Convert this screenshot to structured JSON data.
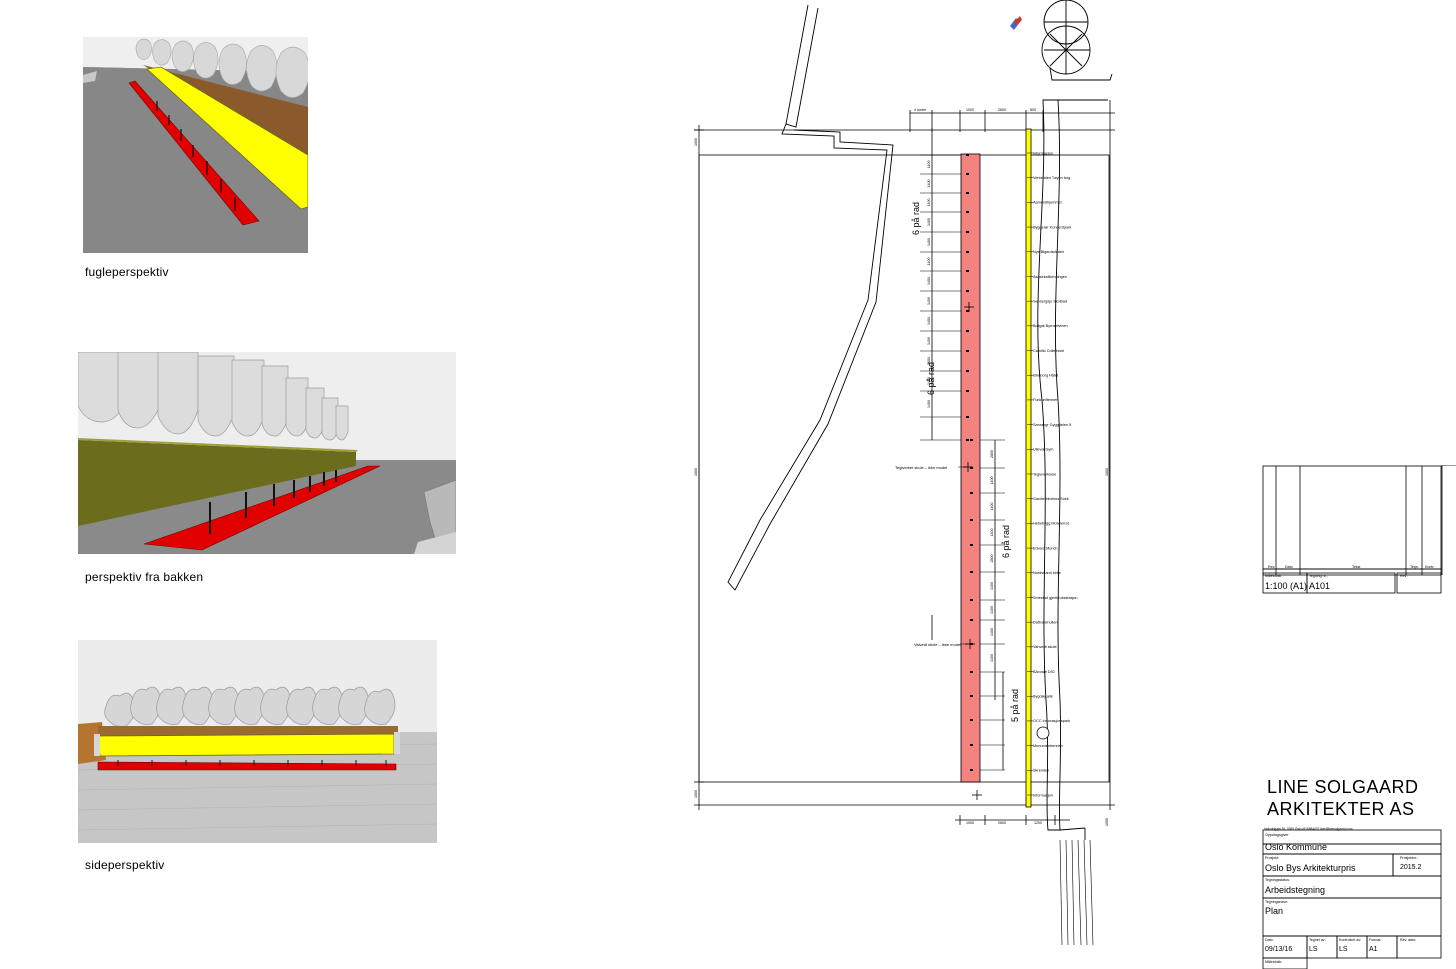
{
  "sheet": {
    "views": [
      {
        "caption": "fugleperspektiv"
      },
      {
        "caption": "perspektiv fra bakken"
      },
      {
        "caption": "sideperspektiv"
      }
    ]
  },
  "plan": {
    "strip_labels": [
      "Informasjon",
      "Ventetiden Tøyen torg",
      "Aamundhjemmet",
      "Byggerør Konderdpark",
      "Nye Blgardsdeden",
      "Asastrkallkenningen",
      "Sannergsjo Skolbad",
      "Bollgat Byrnsetvinen",
      "Camillo Collettsvei",
      "Eikeborg Håtet",
      "Funkunftenner",
      "Sannergr Gyggdelen 5",
      "Ulleval Gym",
      "Tegleverksele",
      "Gardenbkrehus Sokk",
      "Hebebygg Moterenzd",
      "Edvard Munch",
      "Nordstrand kirke",
      "Smestad gjenbruksstasjon",
      "Dattvarehullen",
      "Vahvedt skole",
      "BAvvale DIG",
      "Bygdøy allé",
      "OCC Innovasjonspark",
      "Monumentrennen",
      "Skrenden",
      "Informasjon"
    ],
    "count_labels": [
      "6 på rad",
      "6 på rad",
      "6 på rad",
      "5 på rad"
    ],
    "callouts": [
      "Teglverket skole – ikke model",
      "Valvedt skole – ikke model"
    ],
    "dims_top": [
      "4 meter",
      "1000",
      "2600",
      "800"
    ],
    "dims_bottom": [
      "1000",
      "2600",
      "1200"
    ],
    "dims_side": [
      "1000",
      "1000",
      "1000",
      "1000",
      "1050"
    ],
    "dims_rhythm": [
      "1400",
      "1400",
      "1400",
      "1400",
      "1400",
      "1400",
      "1400",
      "1400",
      "1400",
      "1400",
      "1400",
      "1400",
      "1400"
    ],
    "dims_rhythm_right": [
      "2800",
      "1400",
      "1400",
      "1400",
      "2800",
      "1400",
      "1400",
      "1400",
      "1400"
    ]
  },
  "title_block": {
    "revision_headers": [
      "Rev.",
      "Dato",
      "Tekst",
      "Tegn.",
      "Kontr."
    ],
    "scale_label": "Målestokk:",
    "scale": "1:100 (A1)",
    "drawing_no_label": "Tegning nr.:",
    "drawing_no": "A101",
    "rev_label": "Rev.:",
    "firm_line1": "LINE SOLGAARD",
    "firm_line2": "ARKITEKTER AS",
    "address": "Industrigata 36, 0365 Oslo  •916884437  line@linesolgaard.com",
    "client_label": "Oppdragsgiver",
    "client": "Oslo Kommune",
    "project_label": "Prosjekt:",
    "project": "Oslo Bys Arkitekturpris",
    "project_no_label": "Prosjektnr.:",
    "project_no": "2015.2",
    "status_label": "Tegningsstatus:",
    "status": "Arbeidstegning",
    "title_label": "Tegningsnavn:",
    "title": "Plan",
    "date_label": "Dato:",
    "date": "09/13/16",
    "drawn_label": "Tegnet av:",
    "drawn": "LS",
    "checked_label": "Kontrollert av:",
    "checked": "LS",
    "format_label": "Format:",
    "format": "A1",
    "revdate_label": "Rev. dato:",
    "scale2_label": "Målestokk:"
  },
  "colors": {
    "red": "#e00000",
    "pink": "#f4837f",
    "yellow": "#ffff00",
    "olive": "#6b6d1d",
    "grey": "#8a8a8a"
  }
}
